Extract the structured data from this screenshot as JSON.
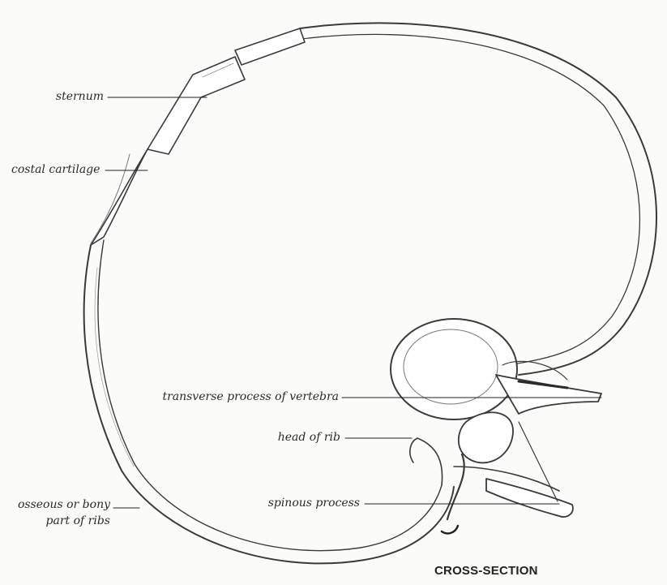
{
  "labels": {
    "sternum": "sternum",
    "costal_cartilage": "costal cartilage",
    "transverse_process": "transverse process of vertebra",
    "head_of_rib": "head of rib",
    "spinous_process": "spinous process",
    "osseous_line1": "osseous or bony",
    "osseous_line2": "part of ribs"
  },
  "caption": "CROSS-SECTION",
  "colors": {
    "ink": "#3a3a3a",
    "paper": "#fbfbfa",
    "shade": "#c8c8c8"
  }
}
